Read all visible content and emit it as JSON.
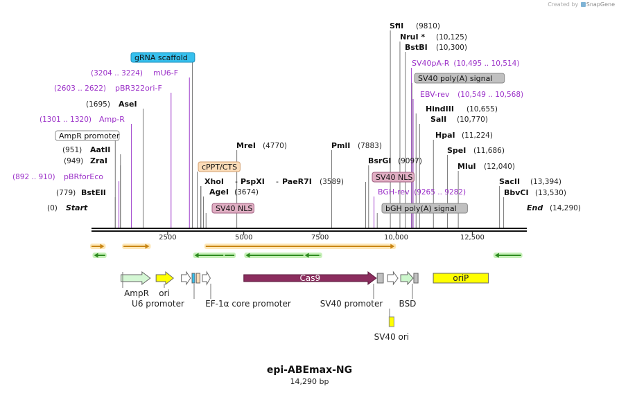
{
  "branding": {
    "created_by": "Created by",
    "logo_icon": "snapgene-logo-icon",
    "product": "SnapGene"
  },
  "map": {
    "name": "epi-ABEmax-NG",
    "size_label": "14,290 bp",
    "total_bp": 14290
  },
  "ruler": {
    "ticks": [
      {
        "bp": 2500,
        "label": "2500"
      },
      {
        "bp": 5000,
        "label": "5000"
      },
      {
        "bp": 7500,
        "label": "7500"
      },
      {
        "bp": 10000,
        "label": "10,000"
      },
      {
        "bp": 12500,
        "label": "12,500"
      }
    ]
  },
  "colors": {
    "enzyme": "#111111",
    "primer": "#9b30c8",
    "line_enzyme": "#777777",
    "line_primer": "#a040cc",
    "gRNA_fill": "#36c0ee",
    "cPPT_fill": "#fbdcb8",
    "nls_fill": "#e0aec3",
    "polyA_fill": "#c0c0c0",
    "promoter_fill": "#ffffff",
    "cas9": "#8b2d5e",
    "ampR": "#d4f7d4",
    "ori_yellow": "#ffff00",
    "bsd": "#ccf7cc",
    "orange_arrow": "#c98513",
    "green_arrow": "#2e8b20"
  },
  "labels_above": [
    {
      "kind": "endpoint",
      "name": "Start",
      "coord": "(0)",
      "bp": 0
    },
    {
      "kind": "enzyme",
      "name": "BstEII",
      "coord": "(779)",
      "bp": 779
    },
    {
      "kind": "primer",
      "name": "pBRforEco",
      "coord": "(892 .. 910)",
      "bp": 901
    },
    {
      "kind": "enzyme",
      "name": "ZraI",
      "coord": "(949)",
      "bp": 949
    },
    {
      "kind": "enzyme",
      "name": "AatII",
      "coord": "(951)",
      "bp": 951
    },
    {
      "kind": "feature",
      "name": "AmpR promoter",
      "style": "promoter",
      "bp": 780
    },
    {
      "kind": "primer",
      "name": "Amp-R",
      "coord": "(1301 .. 1320)",
      "bp": 1310
    },
    {
      "kind": "enzyme",
      "name": "AseI",
      "coord": "(1695)",
      "bp": 1695
    },
    {
      "kind": "primer",
      "name": "pBR322ori-F",
      "coord": "(2603 .. 2622)",
      "bp": 2612
    },
    {
      "kind": "primer",
      "name": "mU6-F",
      "coord": "(3204 .. 3224)",
      "bp": 3214
    },
    {
      "kind": "feature",
      "name": "gRNA scaffold",
      "style": "gRNA",
      "bp": 3310
    },
    {
      "kind": "enzyme",
      "name": "AgeI",
      "coord": "(3674)",
      "bp": 3674
    },
    {
      "kind": "enzyme",
      "name": "XhoI",
      "bp": 3590
    },
    {
      "kind": "enzyme",
      "name": "PspXI",
      "bp": 3590
    },
    {
      "kind": "enzyme",
      "name": "PaeR7I",
      "coord": "(3589)",
      "bp": 3589
    },
    {
      "kind": "feature",
      "name": "cPPT/CTS",
      "style": "cppt",
      "bp": 3470
    },
    {
      "kind": "feature",
      "name": "SV40 NLS",
      "style": "nls",
      "bp": 3760
    },
    {
      "kind": "enzyme",
      "name": "MreI",
      "coord": "(4770)",
      "bp": 4770
    },
    {
      "kind": "enzyme",
      "name": "PmlI",
      "coord": "(7883)",
      "bp": 7883
    },
    {
      "kind": "enzyme",
      "name": "BsrGI",
      "coord": "(9097)",
      "bp": 9097
    },
    {
      "kind": "feature",
      "name": "SV40 NLS",
      "style": "nls",
      "bp": 9000
    },
    {
      "kind": "primer",
      "name": "BGH-rev",
      "coord": "(9265 .. 9282)",
      "bp": 9274
    },
    {
      "kind": "feature",
      "name": "bGH poly(A) signal",
      "style": "polyA",
      "bp": 9380
    },
    {
      "kind": "enzyme",
      "name": "SfiI",
      "coord": "(9810)",
      "bp": 9810
    },
    {
      "kind": "enzyme",
      "name": "NruI *",
      "coord": "(10,125)",
      "bp": 10125
    },
    {
      "kind": "enzyme",
      "name": "BstBI",
      "coord": "(10,300)",
      "bp": 10300
    },
    {
      "kind": "primer",
      "name": "SV40pA-R",
      "coord": "(10,495 .. 10,514)",
      "bp": 10504
    },
    {
      "kind": "feature",
      "name": "SV40 poly(A) signal",
      "style": "polyA",
      "bp": 10520
    },
    {
      "kind": "primer",
      "name": "EBV-rev",
      "coord": "(10,549 .. 10,568)",
      "bp": 10558
    },
    {
      "kind": "enzyme",
      "name": "HindIII",
      "coord": "(10,655)",
      "bp": 10655
    },
    {
      "kind": "enzyme",
      "name": "SalI",
      "coord": "(10,770)",
      "bp": 10770
    },
    {
      "kind": "enzyme",
      "name": "HpaI",
      "coord": "(11,224)",
      "bp": 11224
    },
    {
      "kind": "enzyme",
      "name": "SpeI",
      "coord": "(11,686)",
      "bp": 11686
    },
    {
      "kind": "enzyme",
      "name": "MluI",
      "coord": "(12,040)",
      "bp": 12040
    },
    {
      "kind": "enzyme",
      "name": "SacII",
      "coord": "(13,394)",
      "bp": 13394
    },
    {
      "kind": "enzyme",
      "name": "BbvCI",
      "coord": "(13,530)",
      "bp": 13530
    },
    {
      "kind": "endpoint",
      "name": "End",
      "coord": "(14,290)",
      "bp": 14290
    }
  ],
  "primer_arrows": [
    {
      "strand": 1,
      "start": 0,
      "end": 420,
      "color": "orange"
    },
    {
      "strand": 1,
      "start": 1050,
      "end": 1900,
      "color": "orange"
    },
    {
      "strand": 1,
      "start": 3750,
      "end": 9950,
      "color": "orange"
    },
    {
      "strand": -1,
      "start": 80,
      "end": 450,
      "color": "green"
    },
    {
      "strand": -1,
      "start": 3540,
      "end": 4120,
      "color": "green"
    },
    {
      "strand": -1,
      "start": 4090,
      "end": 4690,
      "color": "green"
    },
    {
      "strand": -1,
      "start": 3380,
      "end": 4330,
      "color": "green"
    },
    {
      "strand": -1,
      "start": 5060,
      "end": 7530,
      "color": "green"
    },
    {
      "strand": -1,
      "start": 7000,
      "end": 7480,
      "color": "green"
    },
    {
      "strand": -1,
      "start": 13240,
      "end": 14100,
      "color": "green"
    }
  ],
  "features": [
    {
      "name": "AmpR",
      "label": "AmpR",
      "type": "arrow",
      "start": 970,
      "end": 1930,
      "fill": "ampR",
      "label_pos": "below"
    },
    {
      "name": "ori",
      "label": "ori",
      "type": "arrow",
      "start": 2120,
      "end": 2690,
      "fill": "ori_yellow",
      "label_pos": "below"
    },
    {
      "name": "U6 promoter",
      "label": "U6 promoter",
      "type": "arrow",
      "start": 2950,
      "end": 3250,
      "fill": "promoter_fill",
      "label_pos": "below2"
    },
    {
      "name": "gRNA scaffold",
      "label": "",
      "type": "box",
      "start": 3300,
      "end": 3380,
      "fill": "gRNA_fill"
    },
    {
      "name": "cPPT/CTS",
      "label": "",
      "type": "box",
      "start": 3440,
      "end": 3560,
      "fill": "cPPT_fill"
    },
    {
      "name": "EF-1a core promoter",
      "label": "EF-1α core promoter",
      "type": "arrow",
      "start": 3640,
      "end": 3900,
      "fill": "promoter_fill",
      "label_pos": "below2"
    },
    {
      "name": "Cas9",
      "label": "Cas9",
      "type": "arrow",
      "start": 5000,
      "end": 9350,
      "fill": "cas9",
      "label_pos": "inside"
    },
    {
      "name": "bGH",
      "label": "",
      "type": "box",
      "start": 9380,
      "end": 9580,
      "fill": "polyA_fill"
    },
    {
      "name": "SV40 promoter",
      "label": "SV40 promoter",
      "type": "arrow",
      "start": 9720,
      "end": 10060,
      "fill": "promoter_fill",
      "label_pos": "below2"
    },
    {
      "name": "BSD",
      "label": "BSD",
      "type": "arrow",
      "start": 10150,
      "end": 10560,
      "fill": "bsd",
      "label_pos": "below2"
    },
    {
      "name": "SV40 pA",
      "label": "",
      "type": "box",
      "start": 10580,
      "end": 10720,
      "fill": "polyA_fill"
    },
    {
      "name": "oriP",
      "label": "oriP",
      "type": "box_label",
      "start": 11220,
      "end": 13030,
      "fill": "ori_yellow"
    },
    {
      "name": "SV40 ori",
      "label": "SV40 ori",
      "type": "small_box",
      "start": 9770,
      "end": 9930,
      "fill": "ori_yellow"
    }
  ]
}
